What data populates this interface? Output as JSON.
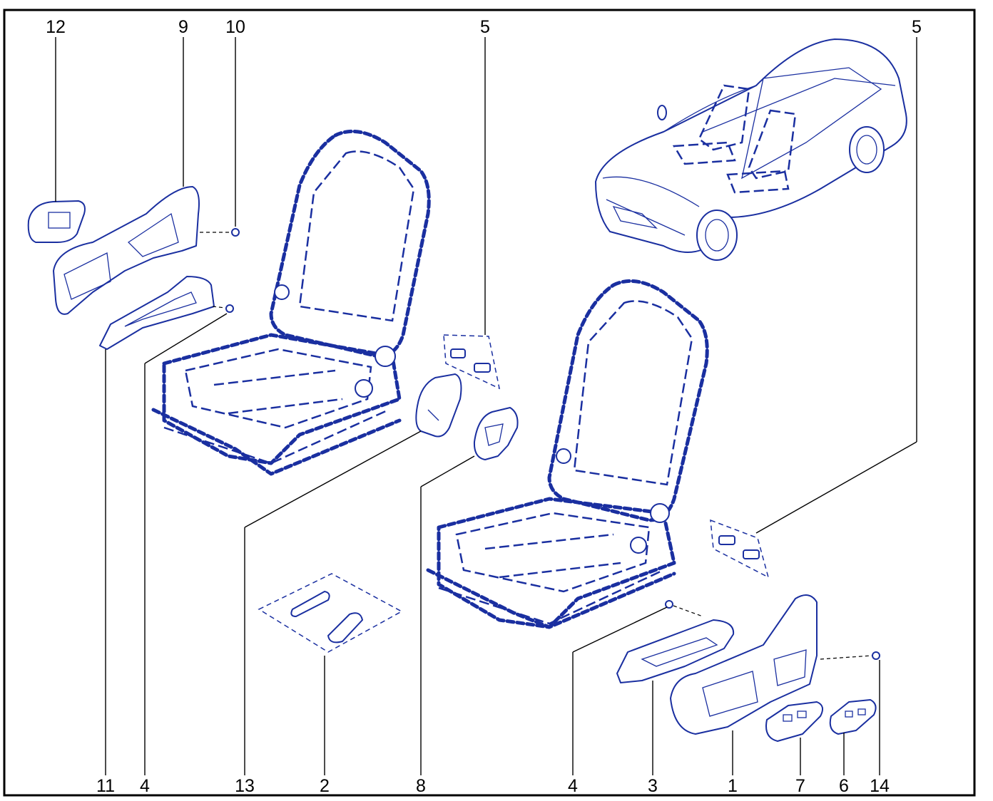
{
  "diagram": {
    "accent_color": "#1a2fa0",
    "callouts": [
      {
        "id": "c12",
        "text": "12"
      },
      {
        "id": "c9",
        "text": "9"
      },
      {
        "id": "c10",
        "text": "10"
      },
      {
        "id": "c5a",
        "text": "5"
      },
      {
        "id": "c5b",
        "text": "5"
      },
      {
        "id": "c11",
        "text": "11"
      },
      {
        "id": "c4a",
        "text": "4"
      },
      {
        "id": "c13",
        "text": "13"
      },
      {
        "id": "c2",
        "text": "2"
      },
      {
        "id": "c8",
        "text": "8"
      },
      {
        "id": "c4b",
        "text": "4"
      },
      {
        "id": "c3",
        "text": "3"
      },
      {
        "id": "c1",
        "text": "1"
      },
      {
        "id": "c7",
        "text": "7"
      },
      {
        "id": "c6",
        "text": "6"
      },
      {
        "id": "c14",
        "text": "14"
      }
    ]
  }
}
